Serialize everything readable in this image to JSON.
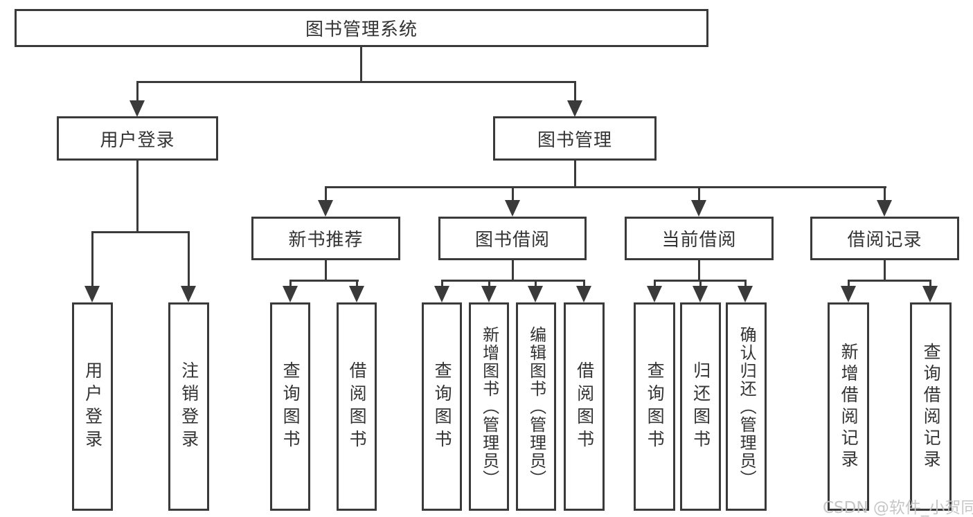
{
  "tree": {
    "root": {
      "label": "图书管理系统"
    },
    "branches": [
      {
        "label": "用户登录",
        "children": [
          "用户登录",
          "注销登录"
        ]
      },
      {
        "label": "图书管理",
        "groups": [
          {
            "label": "新书推荐",
            "children": [
              "查询图书",
              "借阅图书"
            ]
          },
          {
            "label": "图书借阅",
            "children": [
              "查询图书",
              "新增图书（管理员）",
              "编辑图书（管理员）",
              "借阅图书"
            ]
          },
          {
            "label": "当前借阅",
            "children": [
              "查询图书",
              "归还图书",
              "确认归还（管理员）"
            ]
          },
          {
            "label": "借阅记录",
            "children": [
              "新增借阅记录",
              "查询借阅记录"
            ]
          }
        ]
      }
    ]
  },
  "watermark": "CSDN @软件_小贺同学",
  "colors": {
    "line": "#3a3a3a",
    "text": "#333333",
    "watermark": "#c3c3c3"
  }
}
